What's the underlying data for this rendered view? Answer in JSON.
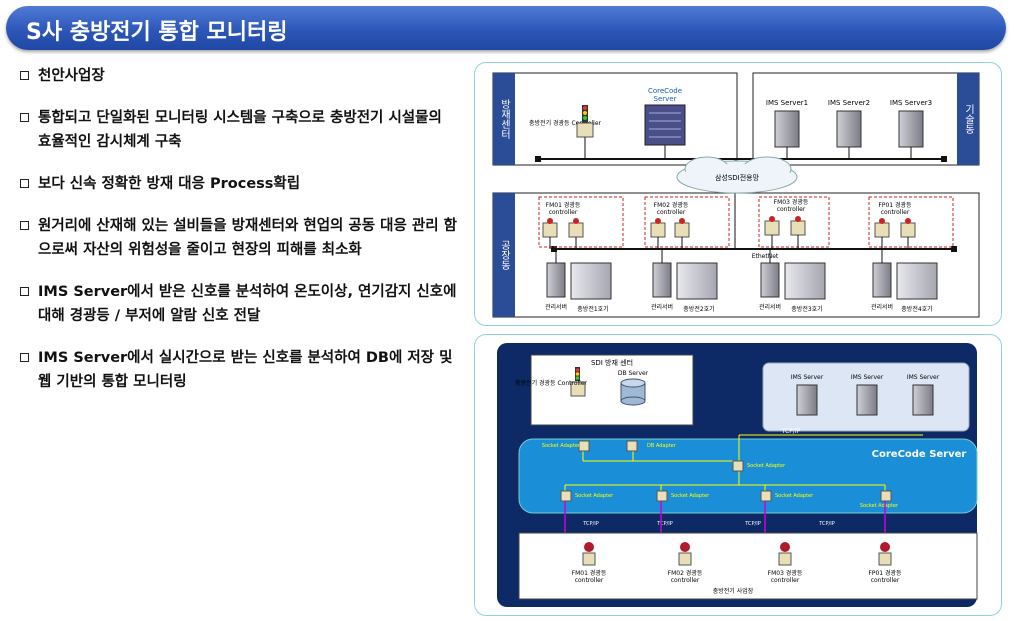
{
  "title": "S사 충방전기 통합 모니터링",
  "bullets": [
    "천안사업장",
    "통합되고 단일화된 모니터링 시스템을 구축으로 충방전기 시설물의 효율적인 감시체계 구축",
    "보다 신속 정확한 방재 대응 Process확립",
    "원거리에 산재해 있는 설비들을 방재센터와 현업의 공동 대응 관리 함으로써 자산의 위험성을 줄이고 현장의 피해를 최소화",
    "IMS Server에서 받은 신호를 분석하여 온도이상, 연기감지 신호에 대해 경광등 / 부저에 알람 신호 전달",
    "IMS Server에서 실시간으로 받는 신호를 분석하여 DB에 저장 및 웹 기반의 통합 모니터링"
  ],
  "top_diagram": {
    "side_left_top": "방재센터",
    "side_right_top": "기술동",
    "side_left_bottom": "공장동",
    "center_controller": "충방전기 경광등 Controller",
    "corecode": "CoreCode",
    "server": "Server",
    "ims_servers": [
      "IMS Server1",
      "IMS Server2",
      "IMS Server3"
    ],
    "cloud": "삼성SDI전용망",
    "ethernet": "EthetNet",
    "groups": [
      {
        "ctrl": "FM01 경광등",
        "sub": "controller",
        "pc": "관리서버",
        "line": "충방전1호기"
      },
      {
        "ctrl": "FM02 경광등",
        "sub": "controller",
        "pc": "관리서버",
        "line": "충방전2호기"
      },
      {
        "ctrl": "FM03 경광등",
        "sub": "controller",
        "pc": "관리서버",
        "line": "충방전3호기"
      },
      {
        "ctrl": "FP01 경광등",
        "sub": "controller",
        "pc": "관리서버",
        "line": "충방전4호기"
      }
    ]
  },
  "bottom_diagram": {
    "sdi_center": "SDI 방재 센터",
    "ctrl_label": "충방전기 경광등 Controller",
    "db_server": "DB Server",
    "ims_server": "IMS Server",
    "tcpip": "TCP/IP",
    "corecode_server": "CoreCode Server",
    "socket_adapter": "Socket Adapter",
    "db_adapter": "DB Adapter",
    "controllers": [
      {
        "name": "FM01 경광등",
        "sub": "controller"
      },
      {
        "name": "FM02 경광등",
        "sub": "controller"
      },
      {
        "name": "FM03 경광등",
        "sub": "controller"
      },
      {
        "name": "FP01 경광등",
        "sub": "controller"
      }
    ],
    "plant": "충방전기 사업장"
  },
  "colors": {
    "title_bar": "#2d57b8",
    "panel_border": "#8fd3e0",
    "navy": "#0d2a66",
    "corecode": "#1a8fd8",
    "alert_line": "#d000d0"
  }
}
